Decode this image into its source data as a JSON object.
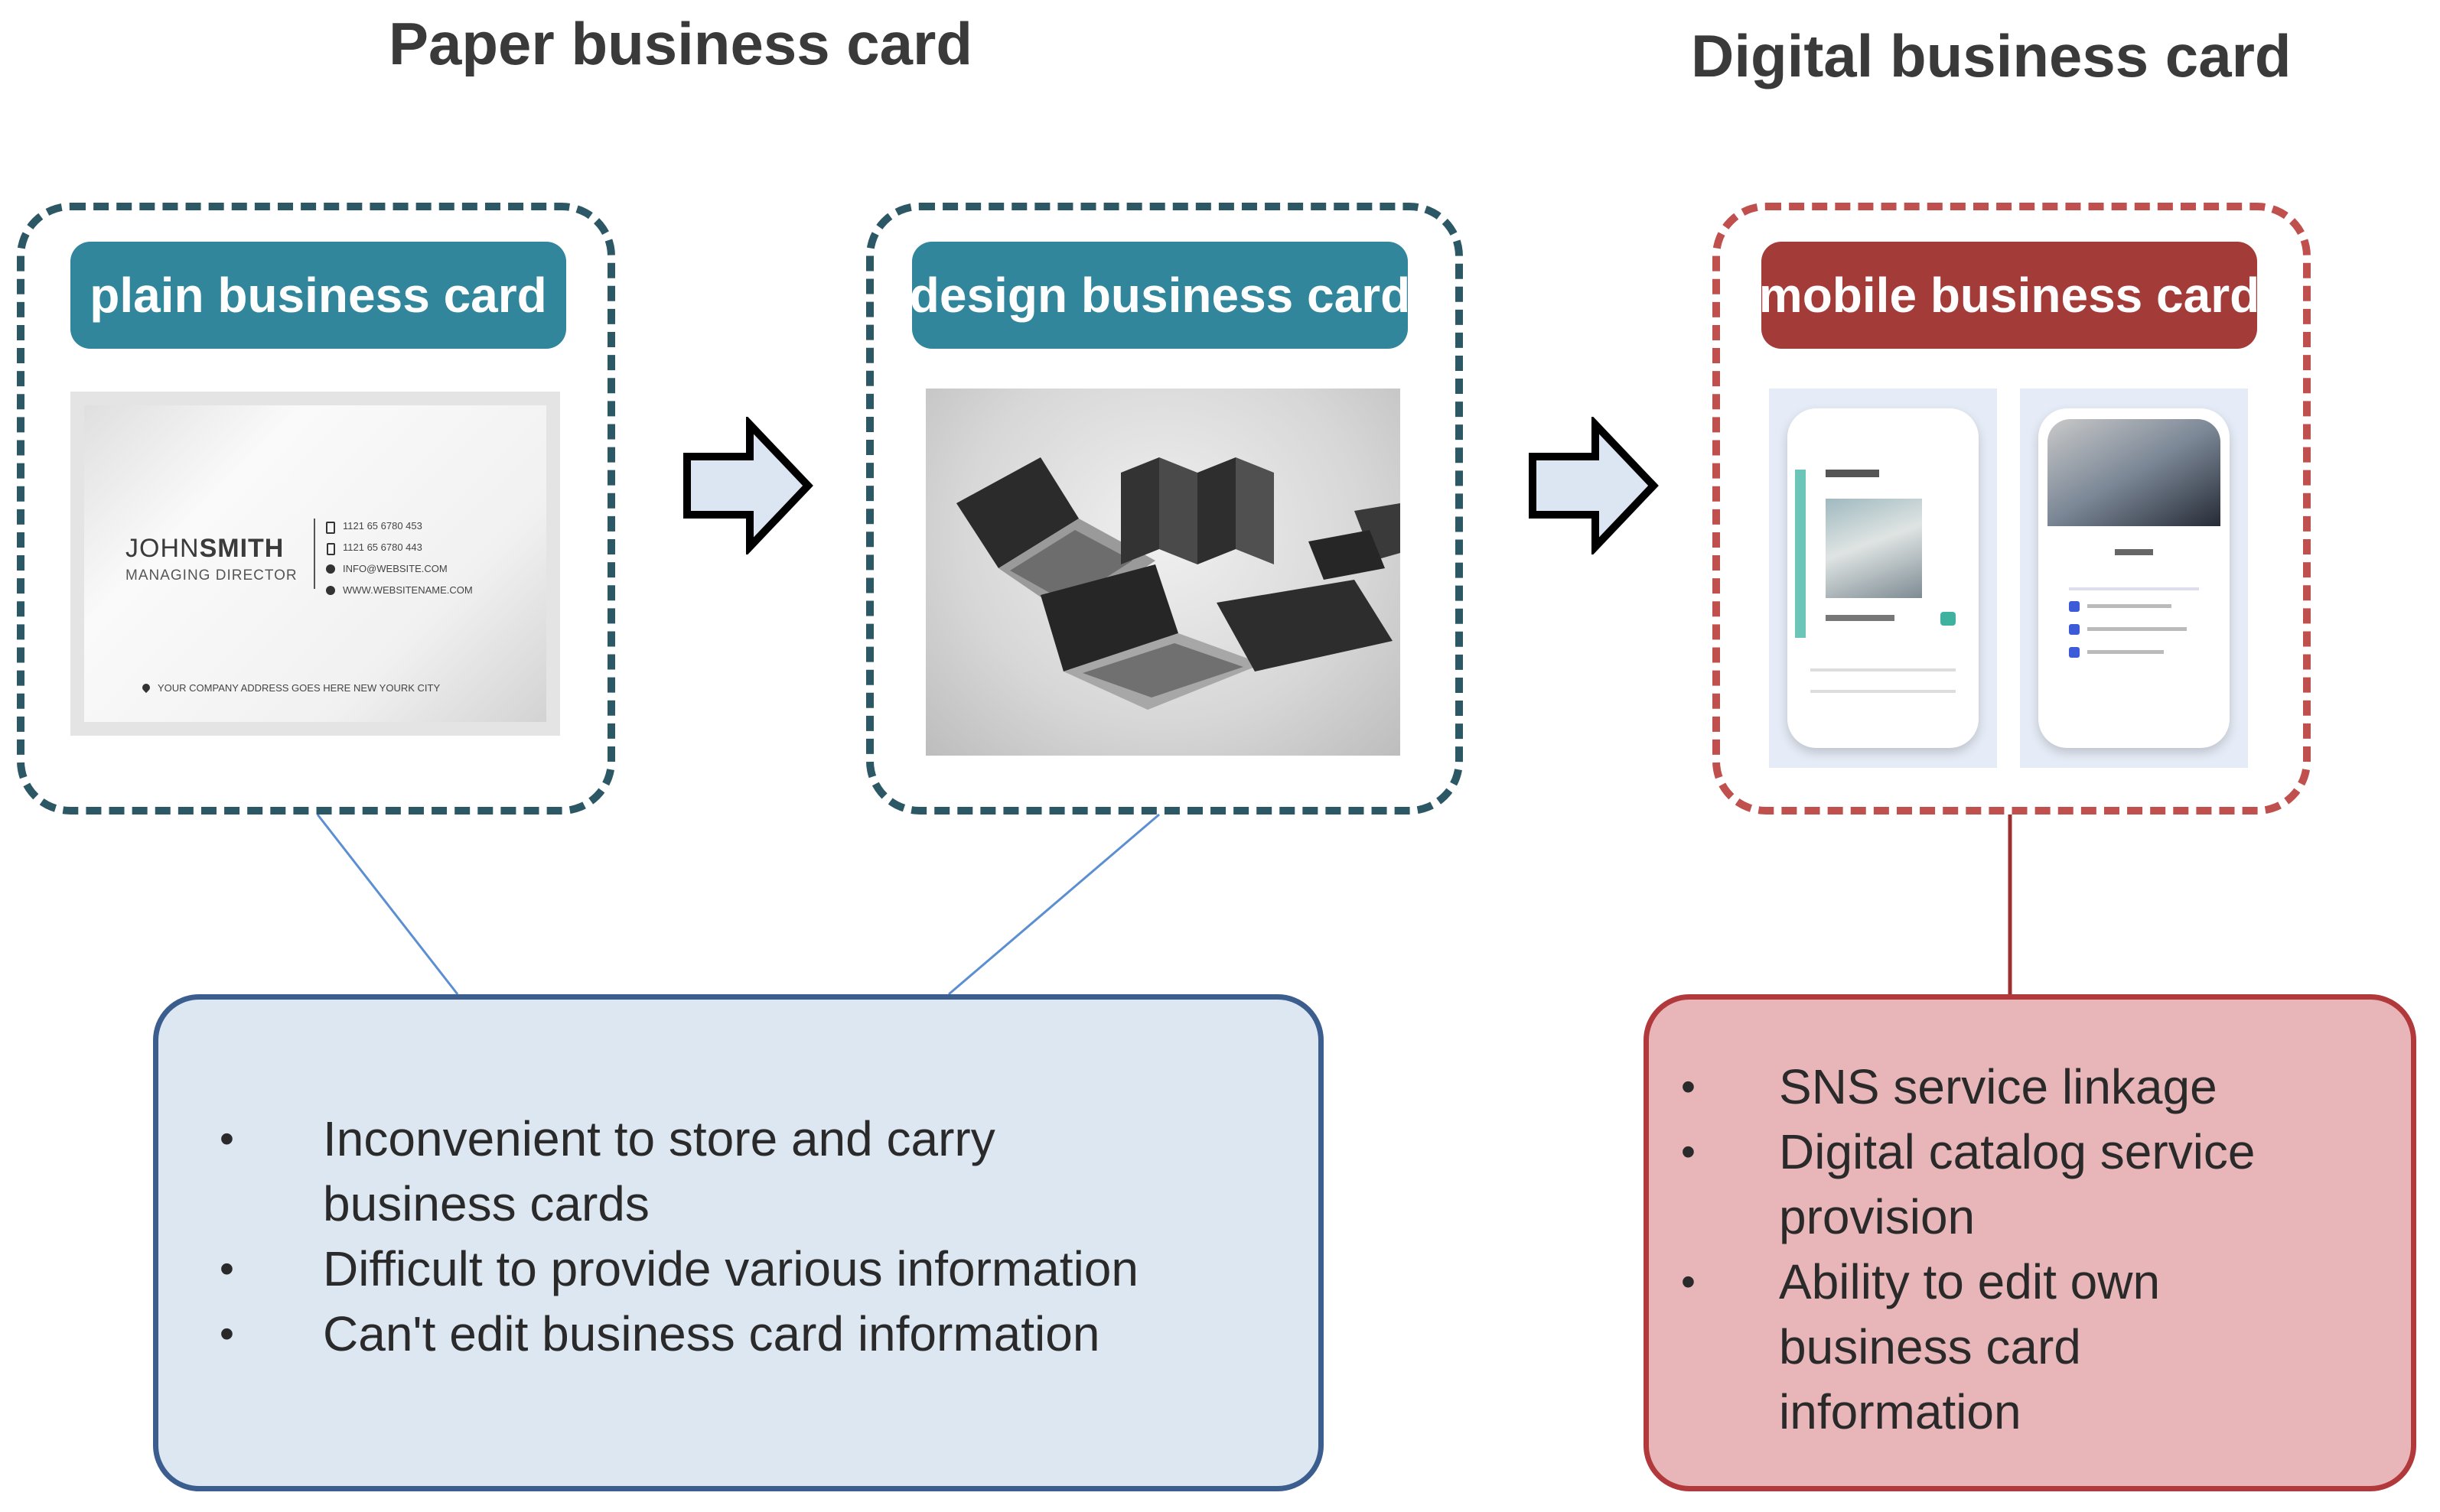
{
  "headings": {
    "paper": "Paper business card",
    "digital": "Digital business card"
  },
  "cards": {
    "plain": {
      "tag": "plain business card"
    },
    "design": {
      "tag": "design business card"
    },
    "mobile": {
      "tag": "mobile business card"
    }
  },
  "plain_card_image": {
    "first_name": "JOHN",
    "last_name": "SMITH",
    "role": "MANAGING DIRECTOR",
    "contact_lines": [
      "1121 65 6780 453",
      "1121 65 6780 443",
      "INFO@WEBSITE.COM",
      "WWW.WEBSITENAME.COM"
    ],
    "address": "YOUR COMPANY ADDRESS GOES HERE NEW YOURK CITY"
  },
  "paper_notes": [
    "Inconvenient to store and carry business cards",
    "Difficult to provide various information",
    "Can't edit business card information"
  ],
  "digital_notes": [
    "SNS service linkage",
    "Digital catalog service provision",
    "Ability to edit own business card information"
  ],
  "bullet_symbol": "•",
  "colors": {
    "teal_dash": "#2c5866",
    "teal_tag": "#31869b",
    "red_dash": "#c0504d",
    "red_tag": "#a33b38",
    "blue_note_fill": "#dde7f2",
    "red_note_fill": "#e8b6b8",
    "arrow_fill": "#dce6f2"
  },
  "icons": [
    "right-arrow-icon",
    "phone-icon",
    "mobile-icon",
    "email-icon",
    "globe-icon",
    "location-pin-icon"
  ]
}
